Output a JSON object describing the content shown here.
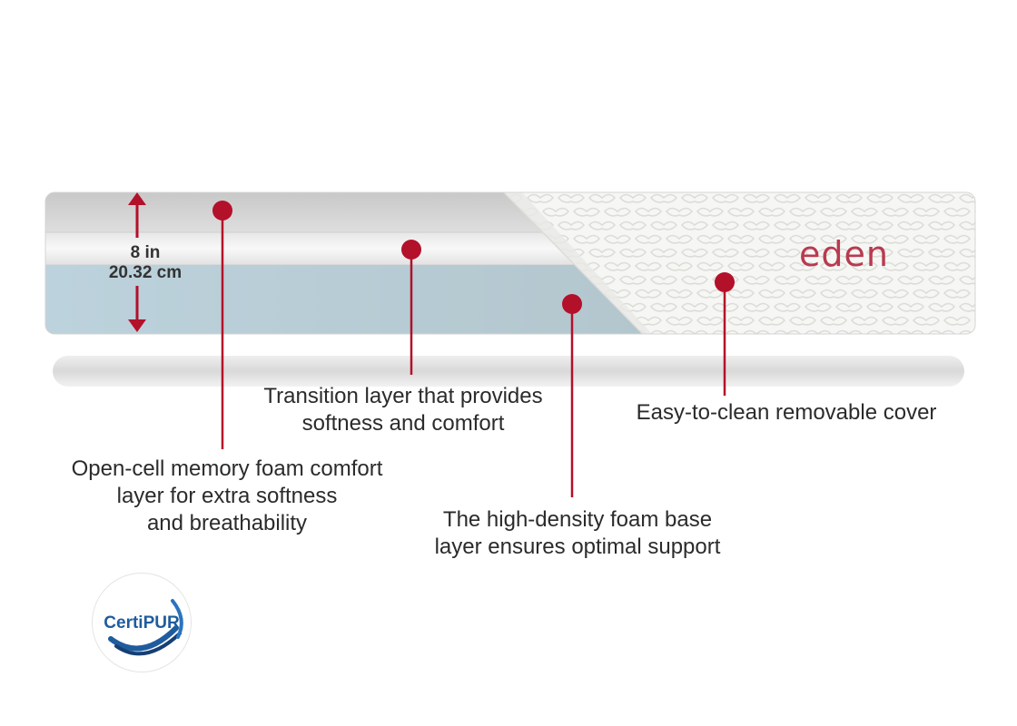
{
  "product": {
    "brand": "eden",
    "height_in": "8 in",
    "height_cm": "20.32 cm"
  },
  "annotations": {
    "comfort_layer": [
      "Open-cell memory foam comfort",
      "layer for extra softness",
      "and breathability"
    ],
    "transition_layer": [
      "Transition layer that provides",
      "softness and comfort"
    ],
    "base_layer": [
      "The high-density foam base",
      "layer ensures optimal support"
    ],
    "cover": [
      "Easy-to-clean removable cover"
    ]
  },
  "badge": {
    "certification": "CertiPUR"
  },
  "colors": {
    "accent_red": "#b3102a",
    "brand_pink": "#b83a4e",
    "badge_blue": "#1f5c9e",
    "base_foam": "#b9cdd6",
    "comfort_foam": "#d7d7d7",
    "transition_foam": "#f1f1f1"
  },
  "icons": [
    "height-arrow-icon",
    "callout-dot-icon",
    "certipur-logo-icon"
  ]
}
